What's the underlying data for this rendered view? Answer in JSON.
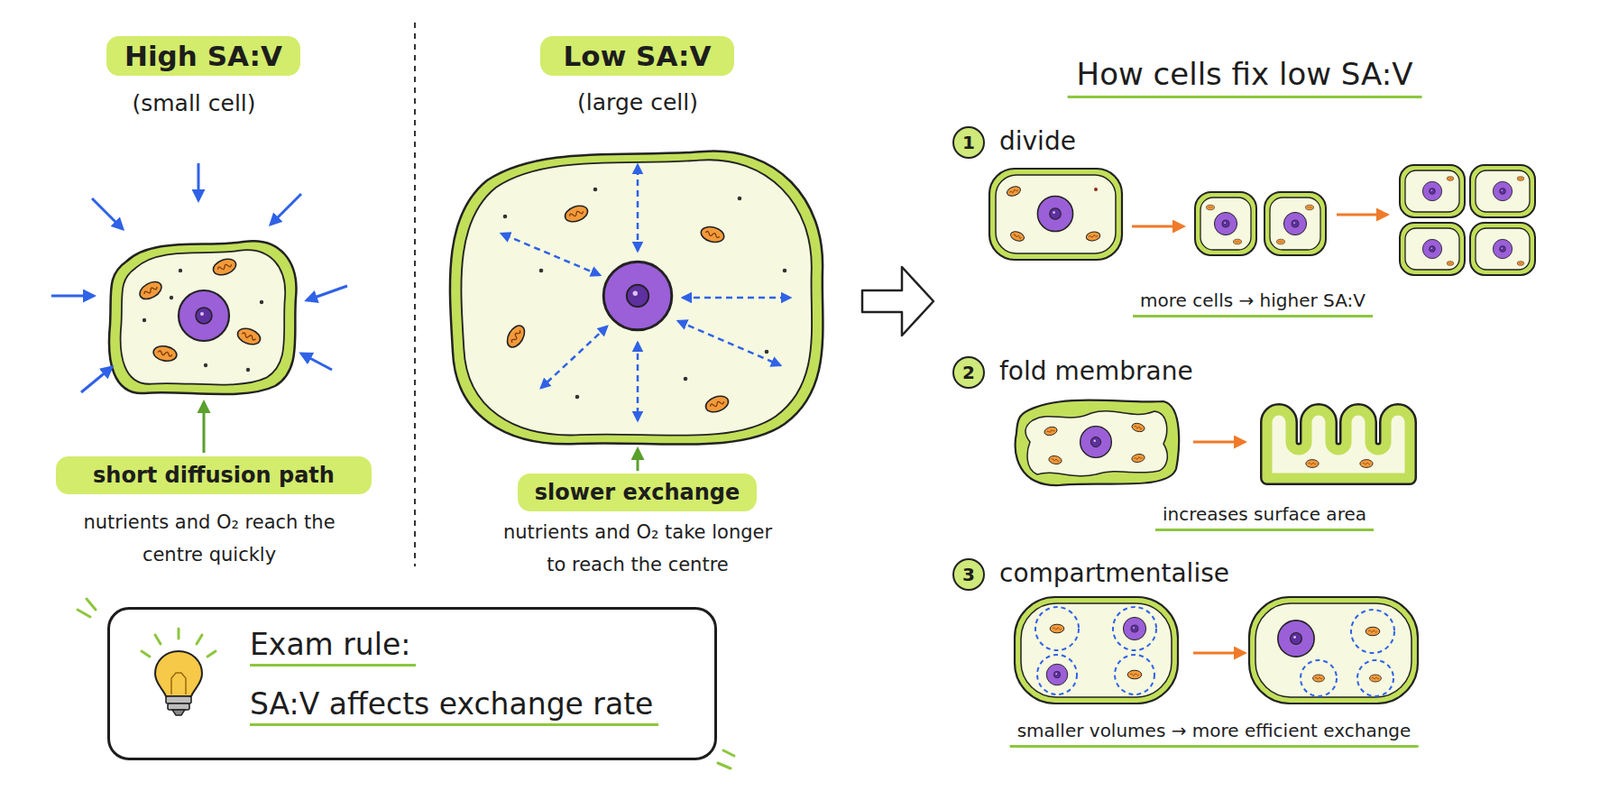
{
  "diagram": {
    "nodes": [
      {
        "text": [
          "High SA:V"
        ]
      },
      {
        "text": [
          "short diffusion path"
        ]
      },
      {
        "text": [
          "Low SA:V"
        ]
      },
      {
        "text": [
          "slower exchange"
        ]
      },
      {
        "text": [
          "Exam rule:",
          "SA:V affects exchange rate"
        ]
      },
      {
        "text": [
          "1"
        ]
      },
      {
        "text": [
          "2"
        ]
      },
      {
        "text": [
          "3"
        ]
      }
    ],
    "labels": [
      "(small cell)",
      "nutrients and O₂ reach the centre quickly",
      "(large cell)",
      "nutrients and O₂ take longer to reach the centre",
      "How cells fix low SA:V",
      "divide",
      "more cells → higher SA:V",
      "fold membrane",
      "increases surface area",
      "compartmentalise",
      "smaller volumes → more efficient exchange"
    ]
  }
}
